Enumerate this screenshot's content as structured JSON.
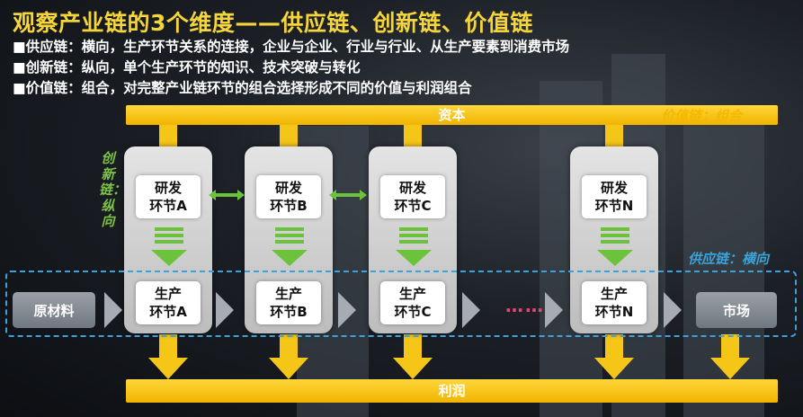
{
  "title": "观察产业链的3个维度——供应链、创新链、价值链",
  "bullets": [
    "■供应链：横向，生产环节关系的连接，企业与企业、行业与行业、从生产要素到消费市场",
    "■创新链：纵向，单个生产环节的知识、技术突破与转化",
    "■价值链：组合，对完整产业链环节的组合选择形成不同的价值与利润组合"
  ],
  "top_bar": "资本",
  "bottom_bar": "利润",
  "labels": {
    "value_chain": "价值链：组合",
    "supply_chain": "供应链：横向",
    "innovation_chain": "创新链：纵向"
  },
  "start_node": "原材料",
  "end_node": "市场",
  "ellipsis": "……",
  "columns": [
    {
      "rd_top": "研发",
      "rd_bottom": "环节A",
      "prod_top": "生产",
      "prod_bottom": "环节A"
    },
    {
      "rd_top": "研发",
      "rd_bottom": "环节B",
      "prod_top": "生产",
      "prod_bottom": "环节B"
    },
    {
      "rd_top": "研发",
      "rd_bottom": "环节C",
      "prod_top": "生产",
      "prod_bottom": "环节C"
    },
    {
      "rd_top": "研发",
      "rd_bottom": "环节N",
      "prod_top": "生产",
      "prod_bottom": "环节N"
    }
  ],
  "colors": {
    "title": "#f5d53a",
    "bar": "#f5c518",
    "value_label": "#f5b800",
    "supply_label": "#3ba3d9",
    "innovation_label": "#7dc244",
    "green_arrow": "#6cc23a",
    "grey_arrow": "#a7acb2"
  }
}
